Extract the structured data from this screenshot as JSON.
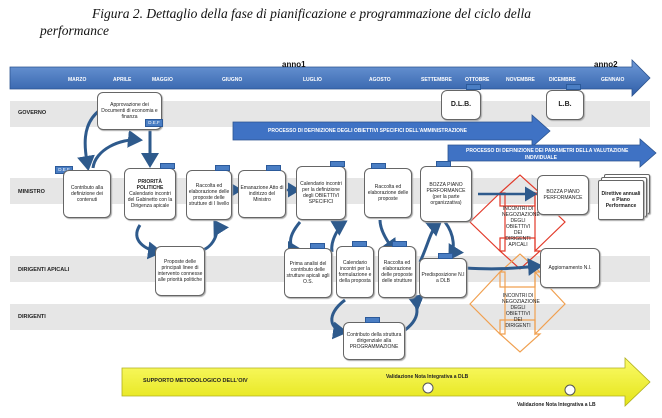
{
  "caption": {
    "line1": "Figura 2. Dettaglio della fase di pianificazione e programmazione del ciclo della",
    "line2": "performance"
  },
  "timeline": {
    "year1": "anno1",
    "year2": "anno2",
    "months": [
      "MARZO",
      "APRILE",
      "MAGGIO",
      "GIUGNO",
      "LUGLIO",
      "AGOSTO",
      "SETTEMBRE",
      "OTTOBRE",
      "NOVEMBRE",
      "DICEMBRE",
      "GENNAIO"
    ]
  },
  "lanes": {
    "governo": "GOVERNO",
    "ministro": "MINISTRO",
    "dirigenti_apicali": "DIRIGENTI  APICALI",
    "dirigenti": "DIRIGENTI"
  },
  "bars": {
    "obiettivi": "PROCESSO DI DEFINIZIONE  DEGLI OBIETTIVI SPECIFICI DELL'AMMINISTRAZIONE",
    "parametri_1": "PROCESSO DI DEFINIZIONE DEI PARAMETRI DELLA VALUTAZIONE",
    "parametri_2": "INDIVIDUALE",
    "oiv": "SUPPORTO METODOLOGICO  DELL'OIV"
  },
  "tags": {
    "def_1": "D.E.F",
    "def_2": "D.E.F"
  },
  "boxes": {
    "approvazione": "Approvazione dei Documenti di economia e finanza",
    "contributo_def": "Contributo alla definizione dei contenuti",
    "priorita_title": "PRIORITÀ POLITICHE",
    "priorita_body": "Calendario incontri del Gabinetto con la Dirigenza apicale",
    "raccolta1": "Raccolta ed elaborazione delle proposte delle strutture di I livello",
    "emanazione": "Emanazione Atto di indirizzo del Ministro",
    "calendario_obiettivi": "Calendario incontri per la definizione degli OBIETTIVI SPECIFICI",
    "raccolta2": "Raccolta ed elaborazione delle proposte",
    "bozza1": "BOZZA PIANO PERFORMANCE (per la parte organizzativa)",
    "bozza2": "BOZZA PIANO PERFORMANCE",
    "direttive": "Direttive annuali e Piano Performance",
    "proposte": "Proposte delle principali linee di intervento connesse alle priorità politiche",
    "prima_analisi": "Prima analisi del contributo delle strutture apicali agli O.S.",
    "calendario_formulazione": "Calendario incontri per la formulazione e della proposta",
    "raccolta3": "Raccolta ed elaborazione delle proposte delle strutture",
    "predisposizione": "Predisposizione N.I a DLB",
    "aggiornamento": "Aggiornamento N.I.",
    "contributo_strutture": "Contributo della struttura dirigenziale alla PROGRAMMAZIONE",
    "dlb": "D.L.B.",
    "lb": "L.B."
  },
  "labels": {
    "incontri_apicali": "INCONTRI DI NEGOZIAZIONE DEGLI OBIETTIVI DEI DIRIGENTI APICALI",
    "incontri_dirigenti": "INCONTRI DI NEGOZIAZIONE DEGLI OBIETTIVI DEI DIRIGENTI",
    "validazione_dlb": "Validazione Nota Integrativa a DLB",
    "validazione_lb": "Validazione  Nota Integrativa a LB"
  },
  "colors": {
    "timeline_blue": "#3d6fc0",
    "bar_blue": "#3f72c4",
    "oiv_yellow": "#f2f21a",
    "lane_gray": "#e6e6e6",
    "red_arrow": "#e23a2a",
    "orange_arrow": "#f0a050",
    "curve_blue": "#2e5a8c"
  }
}
